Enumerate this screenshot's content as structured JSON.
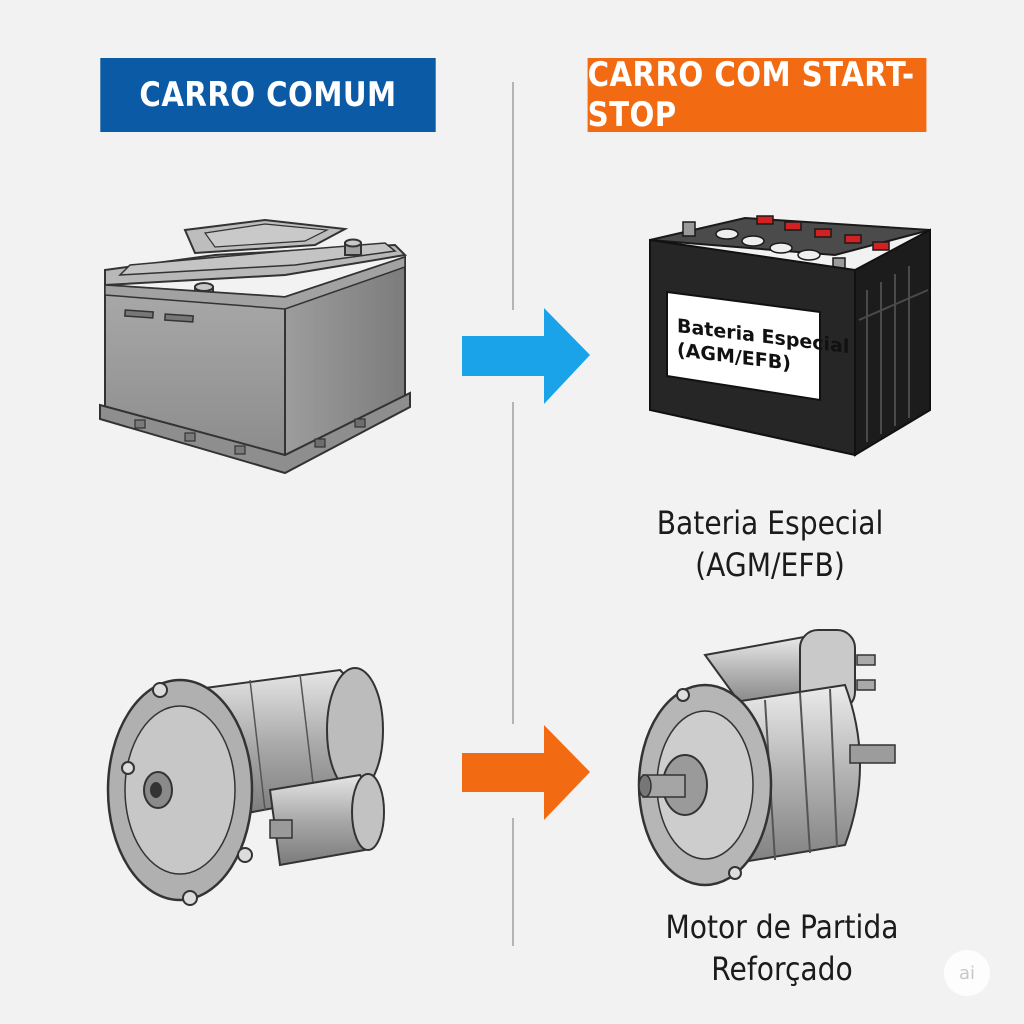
{
  "header": {
    "left_title": "CARRO COMUM",
    "right_title": "CARRO COM START-STOP"
  },
  "battery_special": {
    "label_line1": "Bateria Especial",
    "label_line2": "(AGM/EFB)",
    "caption_line1": "Bateria Especial",
    "caption_line2": "(AGM/EFB)"
  },
  "motor_reinforced": {
    "caption_line1": "Motor de Partida",
    "caption_line2": "Reforçado"
  },
  "watermark": "ai",
  "colors": {
    "left_banner": "#0a5aa6",
    "right_banner": "#f26b12",
    "arrow_battery": "#1aa3e8",
    "arrow_motor": "#f26b12"
  }
}
